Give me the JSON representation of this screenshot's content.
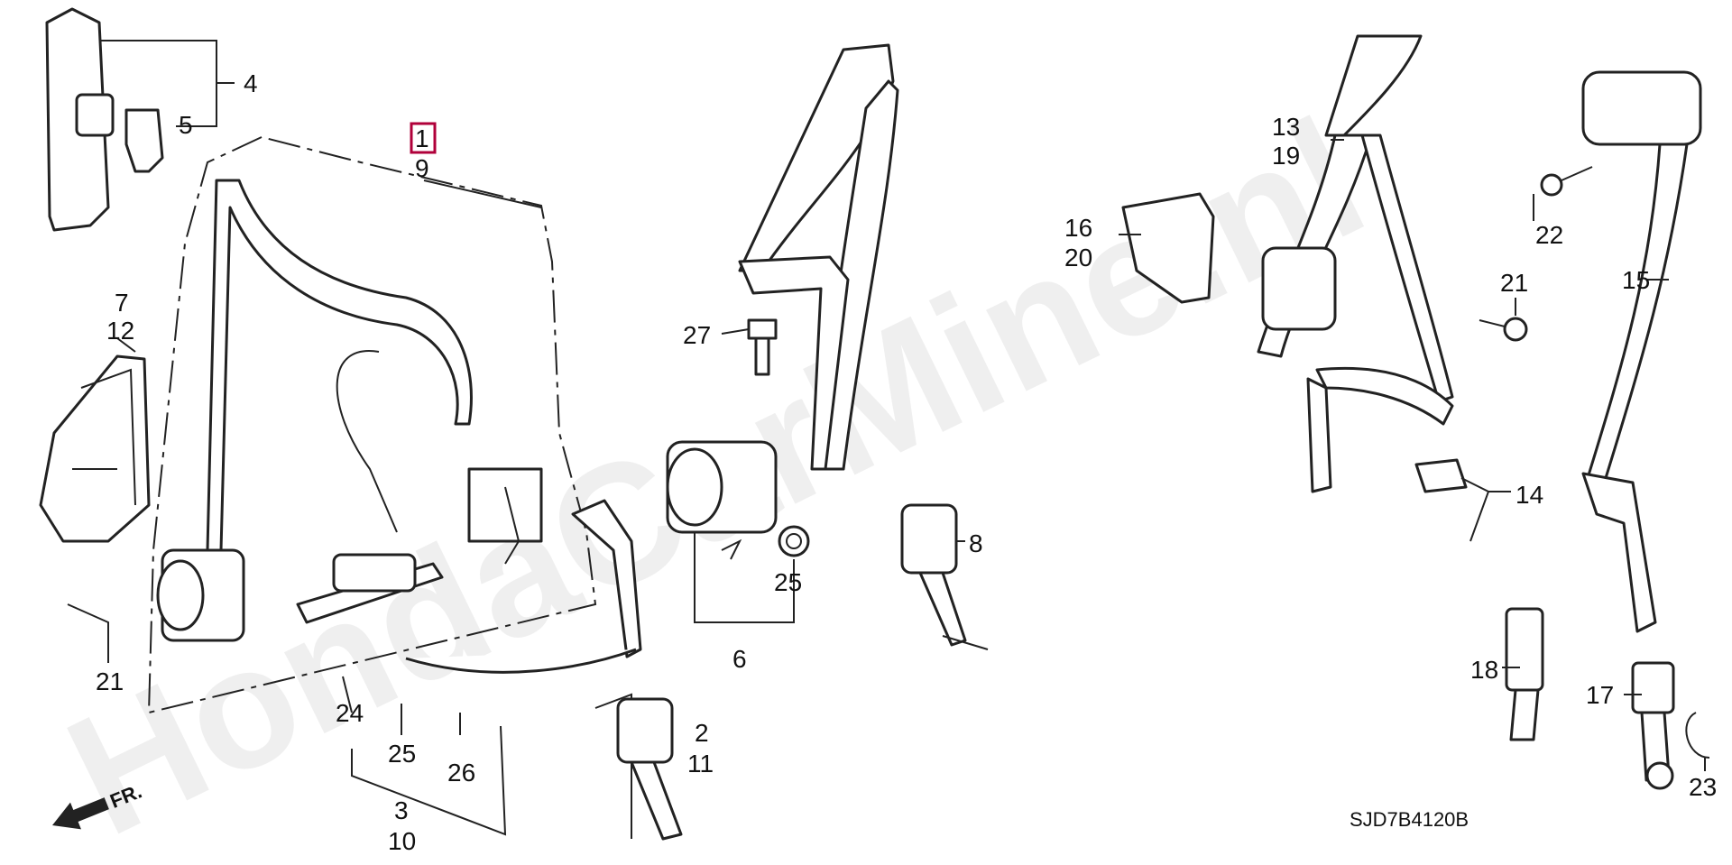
{
  "watermark": "HondaCarMine.nl",
  "diagram_code": "SJD7B4120B",
  "direction_label": "FR.",
  "highlighted_label": "1",
  "labels": [
    "4",
    "5",
    "1",
    "9",
    "7",
    "12",
    "21",
    "24",
    "25",
    "26",
    "3",
    "10",
    "2",
    "11",
    "27",
    "6",
    "25",
    "8",
    "13",
    "19",
    "16",
    "20",
    "21",
    "22",
    "15",
    "14",
    "18",
    "17",
    "23"
  ]
}
